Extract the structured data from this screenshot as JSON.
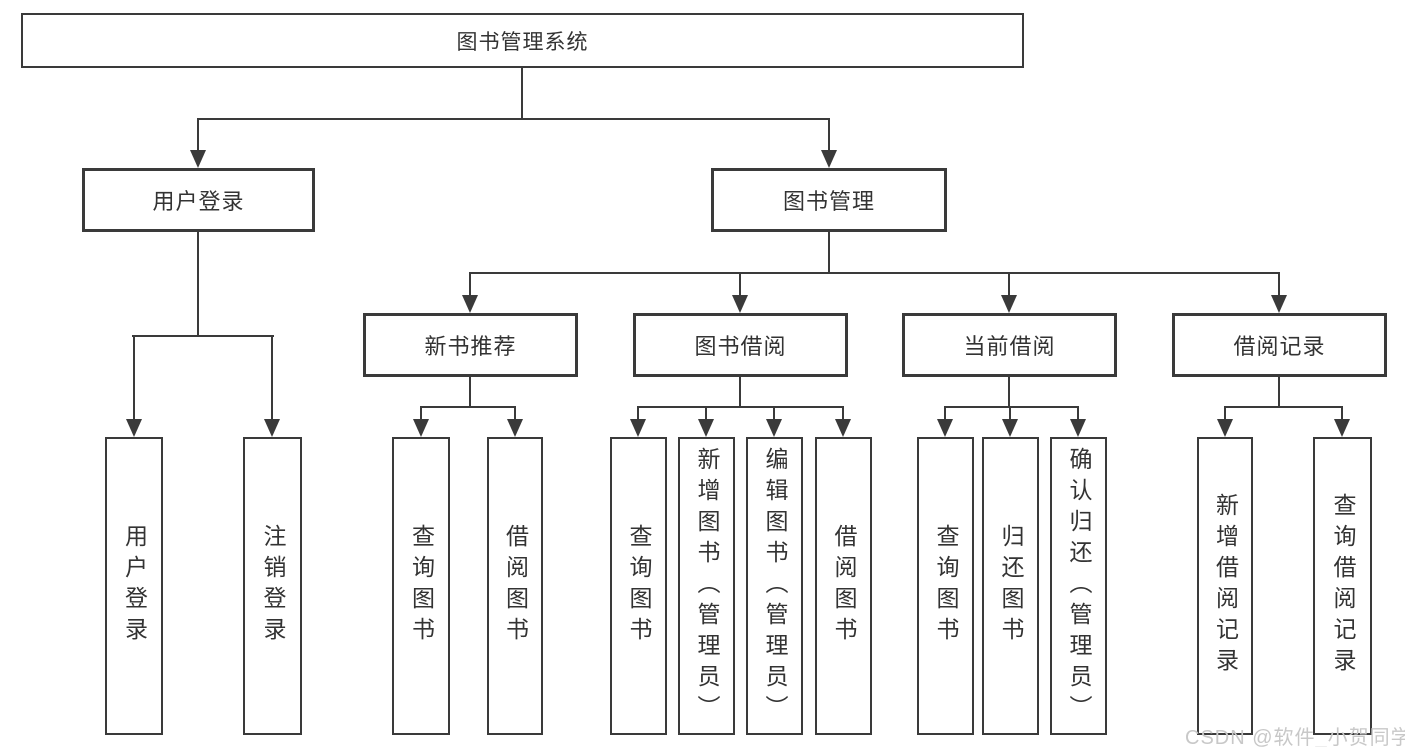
{
  "colors": {
    "line": "#3a3a3a",
    "text": "#333333",
    "watermark_text": "#c8c8c8",
    "background": "#ffffff"
  },
  "tree": {
    "label": "图书管理系统",
    "children": [
      {
        "label": "用户登录",
        "children": [
          {
            "label": "用户登录"
          },
          {
            "label": "注销登录"
          }
        ]
      },
      {
        "label": "图书管理",
        "children": [
          {
            "label": "新书推荐",
            "children": [
              {
                "label": "查询图书"
              },
              {
                "label": "借阅图书"
              }
            ]
          },
          {
            "label": "图书借阅",
            "children": [
              {
                "label": "查询图书"
              },
              {
                "label": "新增图书（管理员）"
              },
              {
                "label": "编辑图书（管理员）"
              },
              {
                "label": "借阅图书"
              }
            ]
          },
          {
            "label": "当前借阅",
            "children": [
              {
                "label": "查询图书"
              },
              {
                "label": "归还图书"
              },
              {
                "label": "确认归还（管理员）"
              }
            ]
          },
          {
            "label": "借阅记录",
            "children": [
              {
                "label": "新增借阅记录"
              },
              {
                "label": "查询借阅记录"
              }
            ]
          }
        ]
      }
    ]
  },
  "watermark": {
    "text": "CSDN @软件_小贺同学"
  }
}
